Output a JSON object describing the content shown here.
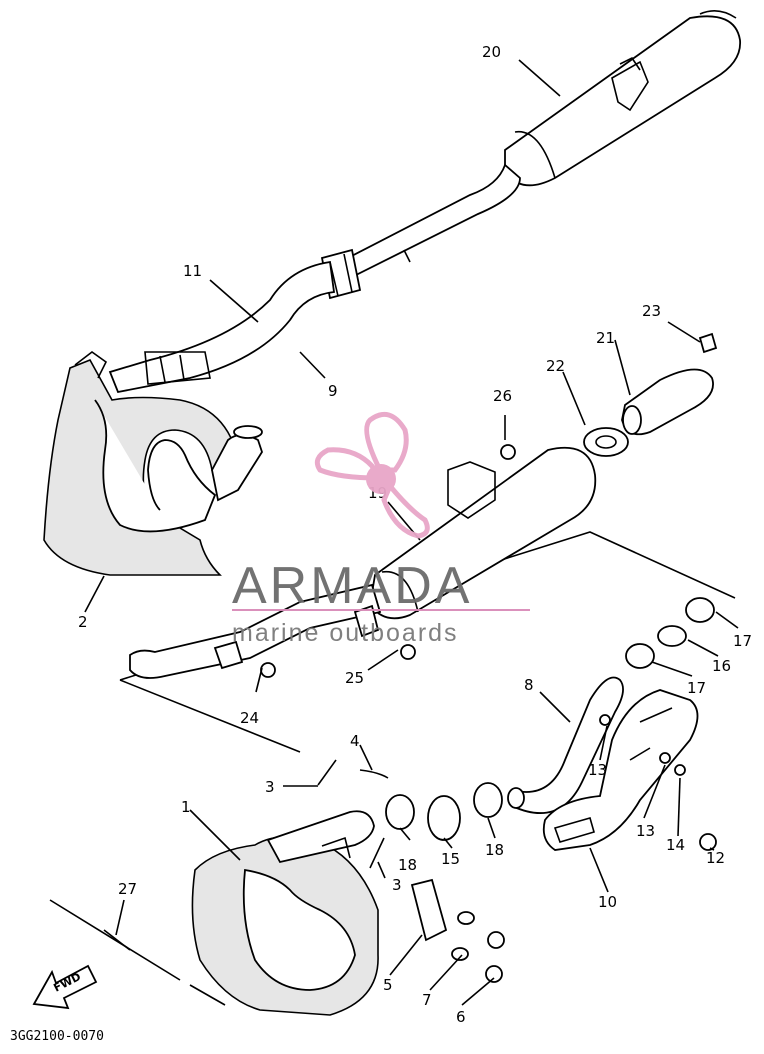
{
  "diagram": {
    "reference_code": "3GG2100-0070",
    "fwd_label": "FWD",
    "watermark": {
      "title": "ARMADA",
      "subtitle": "marine outboards",
      "logo_color": "#e8a6c8",
      "line_color": "#d98bb8"
    },
    "labels": {
      "p1": "1",
      "p2": "2",
      "p3a": "3",
      "p3b": "3",
      "p4": "4",
      "p5": "5",
      "p6": "6",
      "p7": "7",
      "p8": "8",
      "p9": "9",
      "p10": "10",
      "p11": "11",
      "p12": "12",
      "p13a": "13",
      "p13b": "13",
      "p14": "14",
      "p15": "15",
      "p16": "16",
      "p17a": "17",
      "p17b": "17",
      "p18a": "18",
      "p18b": "18",
      "p19": "19",
      "p20": "20",
      "p21": "21",
      "p22": "22",
      "p23": "23",
      "p24": "24",
      "p25": "25",
      "p26": "26",
      "p27": "27"
    }
  }
}
